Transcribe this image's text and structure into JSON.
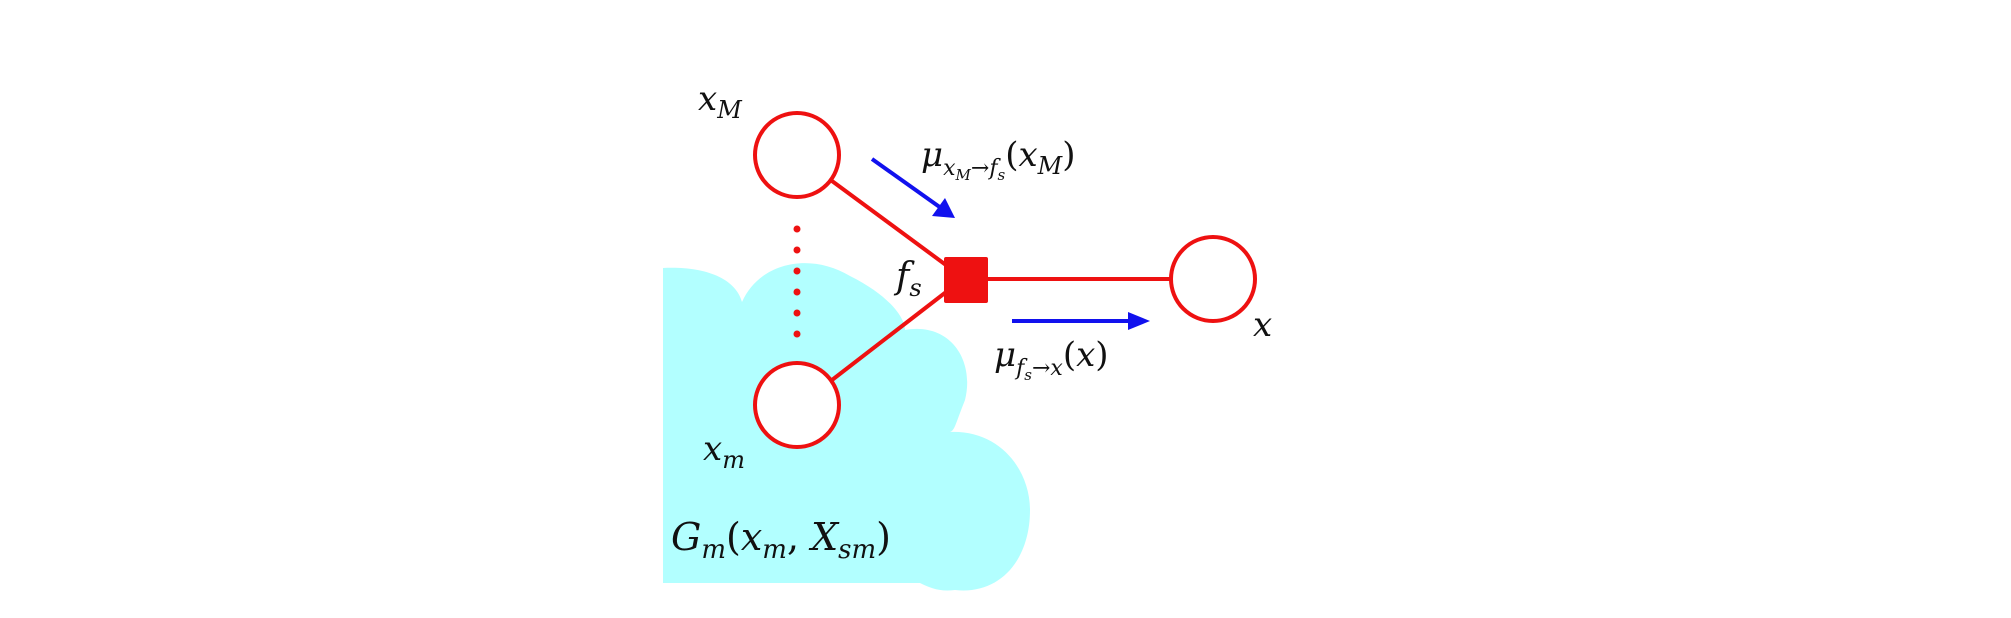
{
  "colors": {
    "node": "#ee1111",
    "arrow": "#1111ee",
    "cloud": "#b2ffff",
    "text": "#111111",
    "background": "#ffffff"
  },
  "nodes": {
    "x_M": {
      "name": "x",
      "sub": "M"
    },
    "x_m": {
      "name": "x",
      "sub": "m"
    },
    "x": {
      "name": "x"
    }
  },
  "factor": {
    "name": "f",
    "sub": "s"
  },
  "messages": {
    "var_to_factor": {
      "mu": "μ",
      "sub_from": "x",
      "sub_from_sub": "M",
      "arrow": "→",
      "sub_to": "f",
      "sub_to_sub": "s",
      "open": "(",
      "arg": "x",
      "arg_sub": "M",
      "close": ")"
    },
    "factor_to_var": {
      "mu": "μ",
      "sub_from": "f",
      "sub_from_sub": "s",
      "arrow": "→",
      "sub_to": "x",
      "open": "(",
      "arg": "x",
      "close": ")"
    }
  },
  "subgraph": {
    "name": "G",
    "sub": "m",
    "open": "(",
    "arg1": "x",
    "arg1_sub": "m",
    "comma": ", ",
    "arg2": "X",
    "arg2_sub": "sm",
    "close": ")"
  }
}
